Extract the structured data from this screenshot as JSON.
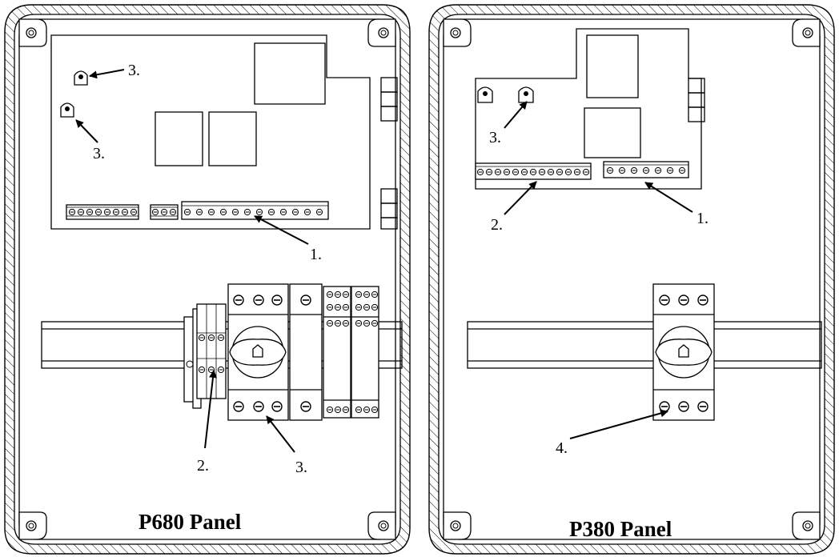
{
  "panels": {
    "left": {
      "title": "P680 Panel",
      "callouts": {
        "c1": "3.",
        "c2": "3.",
        "c3": "1.",
        "c4": "2.",
        "c5": "3."
      }
    },
    "right": {
      "title": "P380 Panel",
      "callouts": {
        "c1": "3.",
        "c2": "2.",
        "c3": "1.",
        "c4": "4."
      }
    }
  }
}
